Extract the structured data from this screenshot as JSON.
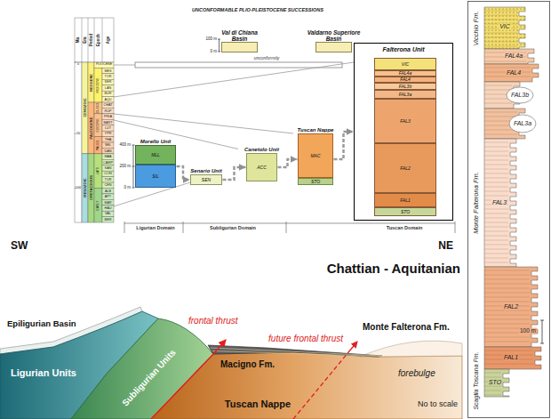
{
  "diagram": {
    "nodes": [
      {
        "text": [
          "Val di Chiana Basin"
        ]
      },
      {
        "text": [
          "Valdarno Superiore Basin"
        ]
      },
      {
        "text": [
          "Morello Unit"
        ]
      },
      {
        "text": [
          "MLL"
        ],
        "in": 2
      },
      {
        "text": [
          "SIL"
        ],
        "in": 2
      },
      {
        "text": [
          "Senario Unit"
        ]
      },
      {
        "text": [
          "SEN"
        ],
        "in": 5
      },
      {
        "text": [
          "Canetolo Unit"
        ]
      },
      {
        "text": [
          "ACC"
        ],
        "in": 7
      },
      {
        "text": [
          "Tuscan Nappe"
        ]
      },
      {
        "text": [
          "MAC"
        ],
        "in": 9
      },
      {
        "text": [
          "STO"
        ],
        "in": 9
      },
      {
        "text": [
          "Falterona Unit"
        ]
      },
      {
        "text": [
          "VIC"
        ],
        "in": 12
      },
      {
        "text": [
          "FAL4a"
        ],
        "in": 12
      },
      {
        "text": [
          "FAL4"
        ],
        "in": 12
      },
      {
        "text": [
          "FAL3b"
        ],
        "in": 12
      },
      {
        "text": [
          "FAL3a"
        ],
        "in": 12
      },
      {
        "text": [
          "FAL3"
        ],
        "in": 12
      },
      {
        "text": [
          "FAL2"
        ],
        "in": 12
      },
      {
        "text": [
          "FAL1"
        ],
        "in": 12
      },
      {
        "text": [
          "STO"
        ],
        "in": 12
      }
    ],
    "edges": [
      {
        "from": 2,
        "to": 5,
        "arrow": "to"
      },
      {
        "from": 5,
        "to": 7,
        "arrow": "to"
      },
      {
        "from": 7,
        "to": 9,
        "arrow": "to"
      },
      {
        "from": 9,
        "to": 12,
        "arrow": "to"
      }
    ],
    "labels": [
      "UNCONFORMABLE PLIO-PLEISTOCENE SUCCESSIONS",
      "100 m",
      "0 m",
      "unconformity",
      "Ma",
      "Era",
      "Period",
      "Epoch",
      "Age",
      "0",
      "50",
      "100",
      "CENOZOIC",
      "MESOZOIC",
      "NEOGENE",
      "PALEOGENE",
      "CRETACEOUS",
      "PLIOCENE",
      "MIOCENE",
      "OLIGO.",
      "EOCENE",
      "PALEO.",
      "LATE",
      "EARLY",
      "MES",
      "TOR",
      "SER",
      "LAN",
      "BUR",
      "AQU",
      "CHAT",
      "RUP",
      "PRIA",
      "BART",
      "LUT",
      "YPR",
      "THA",
      "SEL",
      "DAN",
      "MAA",
      "CAMP",
      "SAN",
      "CON",
      "TUR",
      "CEN",
      "ALB",
      "APT",
      "BAR",
      "HAU",
      "VAL",
      "BER",
      "400 m",
      "200 m",
      "0 m",
      "Ligurian Domain",
      "Subligurian Domain",
      "Tuscan Domain",
      "Vicchio Fm.",
      "VIC",
      "FAL4a",
      "FAL4",
      "FAL3b",
      "FAL3a",
      "FAL3",
      "Monte Falterona Fm.",
      "FAL2",
      "100 m",
      "FAL1",
      "STO",
      "Scaglia Toscana Fm.",
      "SW",
      "NE",
      "Chattian - Aquitanian",
      "Epiligurian Basin",
      "Ligurian Units",
      "Subligurian Units",
      "frontal thrust",
      "future frontal thrust",
      "Macigno Fm.",
      "Monte Falterona Fm.",
      "Tuscan Nappe",
      "forebulge",
      "No to scale"
    ]
  }
}
